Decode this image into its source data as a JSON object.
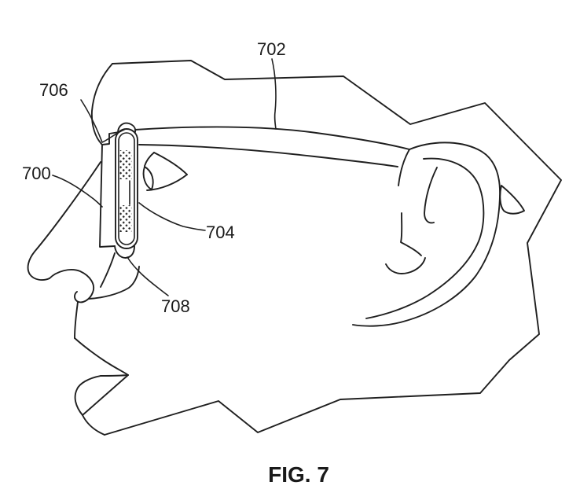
{
  "figure": {
    "caption": "FIG. 7",
    "reference_labels": {
      "l700": "700",
      "l702": "702",
      "l704": "704",
      "l706": "706",
      "l708": "708"
    }
  },
  "colors": {
    "line": "#1f1f1f",
    "background": "#ffffff"
  }
}
